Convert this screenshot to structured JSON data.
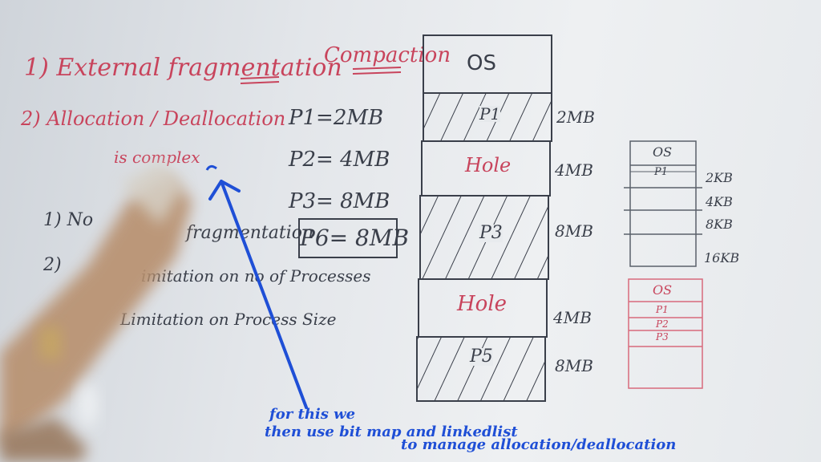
{
  "red_notes": {
    "point1": "1) External fragmentation",
    "point1_fix": "Compaction",
    "point2": "2) Allocation / Deallocation",
    "point2b": "is complex"
  },
  "process_sizes": [
    "P1=2MB",
    "P2= 4MB",
    "P3= 8MB"
  ],
  "boxed_process": "P6= 8MB",
  "advantages": {
    "a1_prefix": "1) No",
    "a1_suffix": "fragmentation",
    "a2_prefix": "2)",
    "a2_suffix": "imitation on no of Processes",
    "a3": "Limitation on Process Size"
  },
  "memory_blocks": [
    {
      "label": "OS",
      "size": "",
      "kind": "os"
    },
    {
      "label": "P1",
      "size": "2MB",
      "kind": "process"
    },
    {
      "label": "Hole",
      "size": "4MB",
      "kind": "hole"
    },
    {
      "label": "P3",
      "size": "8MB",
      "kind": "process"
    },
    {
      "label": "Hole",
      "size": "4MB",
      "kind": "hole"
    },
    {
      "label": "P5",
      "size": "8MB",
      "kind": "process"
    }
  ],
  "small_diagram": {
    "top": "OS",
    "p1": "P1",
    "sizes": [
      "2KB",
      "4KB",
      "8KB",
      "16KB"
    ]
  },
  "red_diagram": {
    "top": "OS",
    "rows": [
      "P1",
      "P2",
      "P3"
    ]
  },
  "blue_annotation": {
    "line1": "for this we",
    "line2": "then use bit map and linkedlist",
    "line3": "to manage allocation/deallocation"
  },
  "colors": {
    "red_marker": "#c8445c",
    "blue_ink": "#1f4fd6",
    "dark_marker": "#3a3f4a"
  }
}
